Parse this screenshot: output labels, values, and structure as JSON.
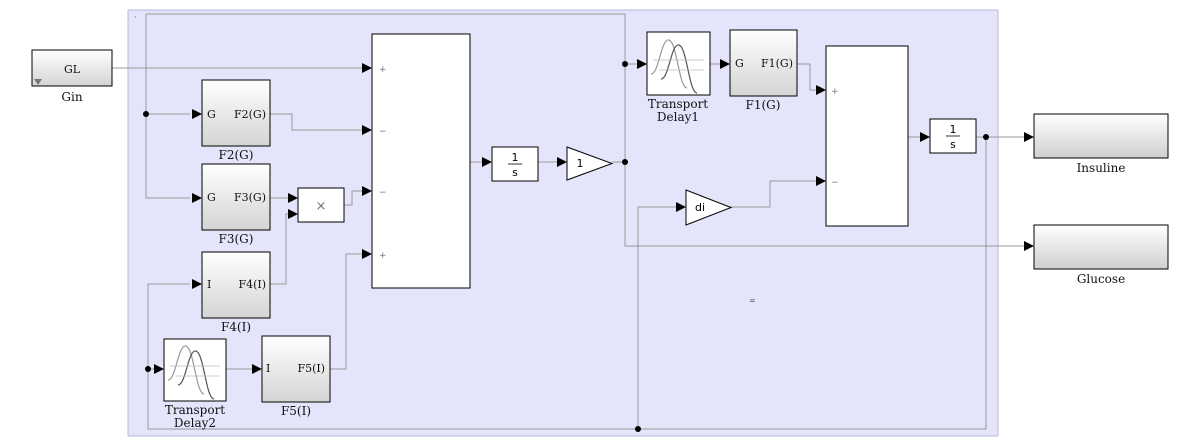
{
  "blocks": {
    "gin": {
      "text": "GL",
      "label": "Gin"
    },
    "f2": {
      "in": "G",
      "out": "F2(G)",
      "label": "F2(G)"
    },
    "f3": {
      "in": "G",
      "out": "F3(G)",
      "label": "F3(G)"
    },
    "f4": {
      "in": "I",
      "out": "F4(I)",
      "label": "F4(I)"
    },
    "f5": {
      "in": "I",
      "out": "F5(I)",
      "label": "F5(I)"
    },
    "f1": {
      "in": "G",
      "out": "F1(G)",
      "label": "F1(G)"
    },
    "product": {
      "symbol": "×"
    },
    "sum1_ports": [
      "+",
      "−",
      "−",
      "+"
    ],
    "sum2_ports": [
      "+",
      "−"
    ],
    "integrator1": {
      "num": "1",
      "den": "s"
    },
    "integrator2": {
      "num": "1",
      "den": "s"
    },
    "gain1": {
      "text": "1"
    },
    "gain_di": {
      "text": "di"
    },
    "delay1": {
      "label_line1": "Transport",
      "label_line2": "Delay1"
    },
    "delay2": {
      "label_line1": "Transport",
      "label_line2": "Delay2"
    },
    "scope_insuline": {
      "label": "Insuline"
    },
    "scope_glucose": {
      "label": "Glucose"
    },
    "subsystem_marker": "="
  },
  "colors": {
    "subsystem_bg": "#e4e4fa",
    "subsystem_border": "#b9b9dd",
    "line": "#9a9a9a",
    "arrow": "#000000"
  }
}
